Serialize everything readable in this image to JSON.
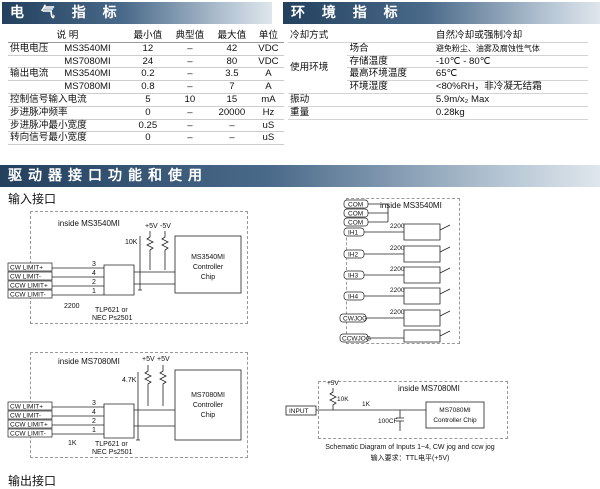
{
  "sections": {
    "electrical": "电 气 指 标",
    "environment": "环 境 指 标",
    "interface": "驱动器接口功能和使用"
  },
  "spec_table": {
    "headers": [
      "说      明",
      "最小值",
      "典型值",
      "最大值",
      "单位"
    ],
    "rows": [
      {
        "param": "供电电压",
        "model": "MS3540MI",
        "min": "12",
        "typ": "–",
        "max": "42",
        "unit": "VDC"
      },
      {
        "param": "",
        "model": "MS7080MI",
        "min": "24",
        "typ": "–",
        "max": "80",
        "unit": "VDC"
      },
      {
        "param": "输出电流",
        "model": "MS3540MI",
        "min": "0.2",
        "typ": "–",
        "max": "3.5",
        "unit": "A"
      },
      {
        "param": "",
        "model": "MS7080MI",
        "min": "0.8",
        "typ": "–",
        "max": "7",
        "unit": "A"
      },
      {
        "param": "控制信号输入电流",
        "model": "",
        "min": "5",
        "typ": "10",
        "max": "15",
        "unit": "mA"
      },
      {
        "param": "步进脉冲频率",
        "model": "",
        "min": "0",
        "typ": "–",
        "max": "20000",
        "unit": "Hz"
      },
      {
        "param": "步进脉冲最小宽度",
        "model": "",
        "min": "0.25",
        "typ": "–",
        "max": "–",
        "unit": "uS"
      },
      {
        "param": "转向信号最小宽度",
        "model": "",
        "min": "0",
        "typ": "–",
        "max": "–",
        "unit": "uS"
      }
    ]
  },
  "env_table": {
    "rows": [
      {
        "k": "冷却方式",
        "k2": "",
        "v": "自然冷却或强制冷却"
      },
      {
        "k": "使用环境",
        "k2": "场合",
        "v": "避免粉尘、油雾及腐蚀性气体"
      },
      {
        "k": "",
        "k2": "存储温度",
        "v": "-10℃ - 80℃"
      },
      {
        "k": "",
        "k2": "最高环境温度",
        "v": "65℃"
      },
      {
        "k": "",
        "k2": "环境湿度",
        "v": "<80%RH，非冷凝无结霜"
      },
      {
        "k": "振动",
        "k2": "",
        "v": "5.9m/x₂ Max"
      },
      {
        "k": "重量",
        "k2": "",
        "v": "0.28kg"
      }
    ]
  },
  "input_port_label": "输入接口",
  "output_port_label": "输出接口",
  "diagram1": {
    "title": "inside MS3540MI",
    "chip": [
      "MS3540MI",
      "Controller",
      "Chip"
    ],
    "resistor_top": "10K",
    "v1": "+5V",
    "v2": "-5V",
    "r_bottom": "2200",
    "opto": [
      "TLP621 or",
      "NEC Ps2501"
    ],
    "pins": [
      "CW LIMIT+",
      "CW LIMIT-",
      "CCW LIMIT+",
      "CCW LIMIT-"
    ],
    "pin_nums": [
      "3",
      "4",
      "2",
      "1"
    ]
  },
  "diagram2": {
    "title": "inside MS7080MI",
    "chip": [
      "MS7080MI",
      "Controller",
      "Chip"
    ],
    "resistor_top": "4.7K",
    "v1": "+5V",
    "v2": "+5V",
    "r_bottom": "1K",
    "opto": [
      "TLP621 or",
      "NEC Ps2501"
    ],
    "pins": [
      "CW LIMIT+",
      "CW LIMIT-",
      "CCW LIMIT+",
      "CCW LIMIT-"
    ],
    "pin_nums": [
      "3",
      "4",
      "2",
      "1"
    ]
  },
  "diagram3": {
    "title": "inside MS3540MI",
    "inputs": [
      "COM",
      "COM",
      "COM",
      "IH1",
      "IH2",
      "IH3",
      "IH4",
      "CWJOG",
      "CCWJOG"
    ],
    "r": "2200"
  },
  "diagram4": {
    "title": "inside MS7080MI",
    "input": "INPUT",
    "v": "+5V",
    "r1": "10K",
    "r2": "1K",
    "cap": "100CF",
    "chip": [
      "MS7080MI",
      "Controller Chip"
    ],
    "caption": "Schematic Diagram of Inputs 1~4, CW jog and ccw jog",
    "requirement": "输入要求：TTL电平(+5V)"
  }
}
